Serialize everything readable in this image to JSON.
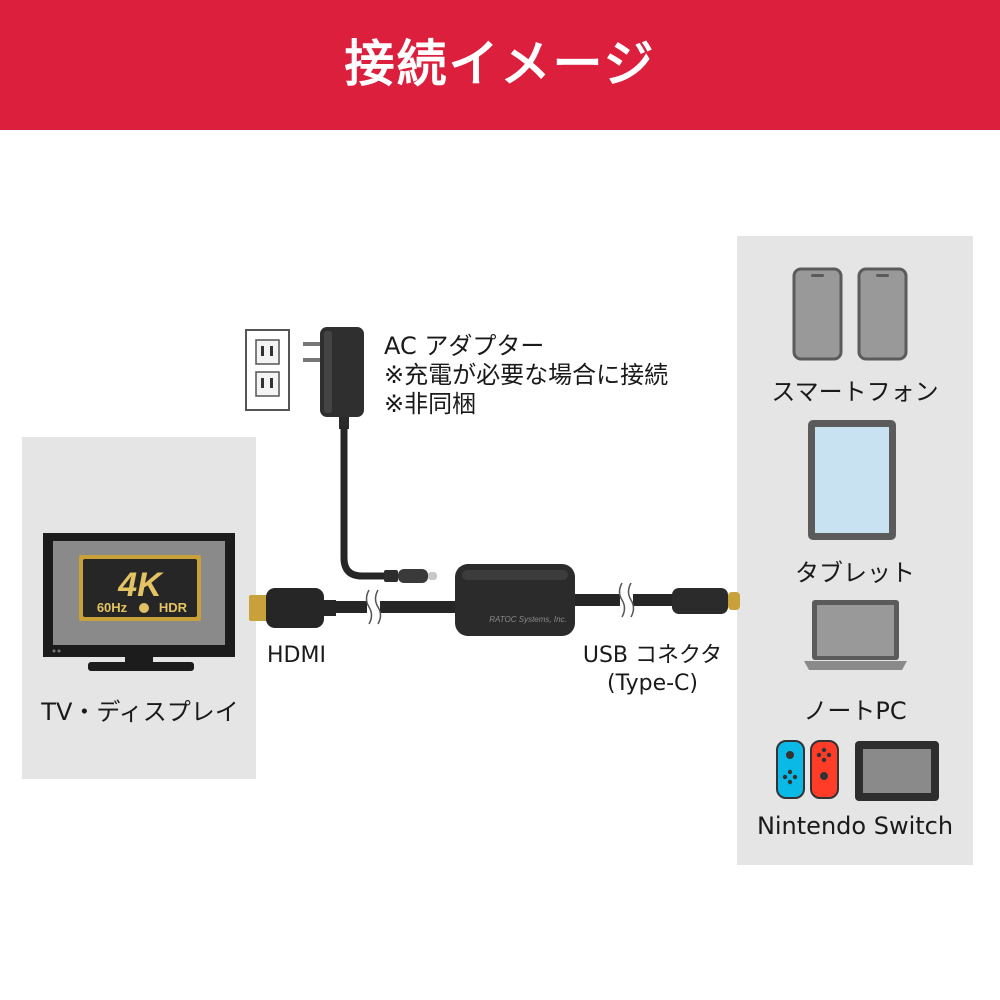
{
  "header": {
    "title": "接続イメージ"
  },
  "adapter": {
    "name": "AC アダプター",
    "note_1": "※充電が必要な場合に接続",
    "note_2": "※非同梱"
  },
  "tv": {
    "badge_main": "4K",
    "badge_sub_left": "60Hz",
    "badge_sub_right": "HDR",
    "label": "TV・ディスプレイ"
  },
  "cable": {
    "hdmi_label": "HDMI",
    "box_brand": "RATOC Systems, Inc.",
    "usb_label": "USB コネクタ",
    "usb_type": "(Type-C)"
  },
  "devices": {
    "smartphone": "スマートフォン",
    "tablet": "タブレット",
    "notebook": "ノートPC",
    "switch": "Nintendo Switch"
  },
  "colors": {
    "banner": "#dc1f3c",
    "panel": "#e5e5e5",
    "gold": "#c9a13b",
    "joycon_blue": "#0ab9e6",
    "joycon_red": "#ff3c28"
  }
}
